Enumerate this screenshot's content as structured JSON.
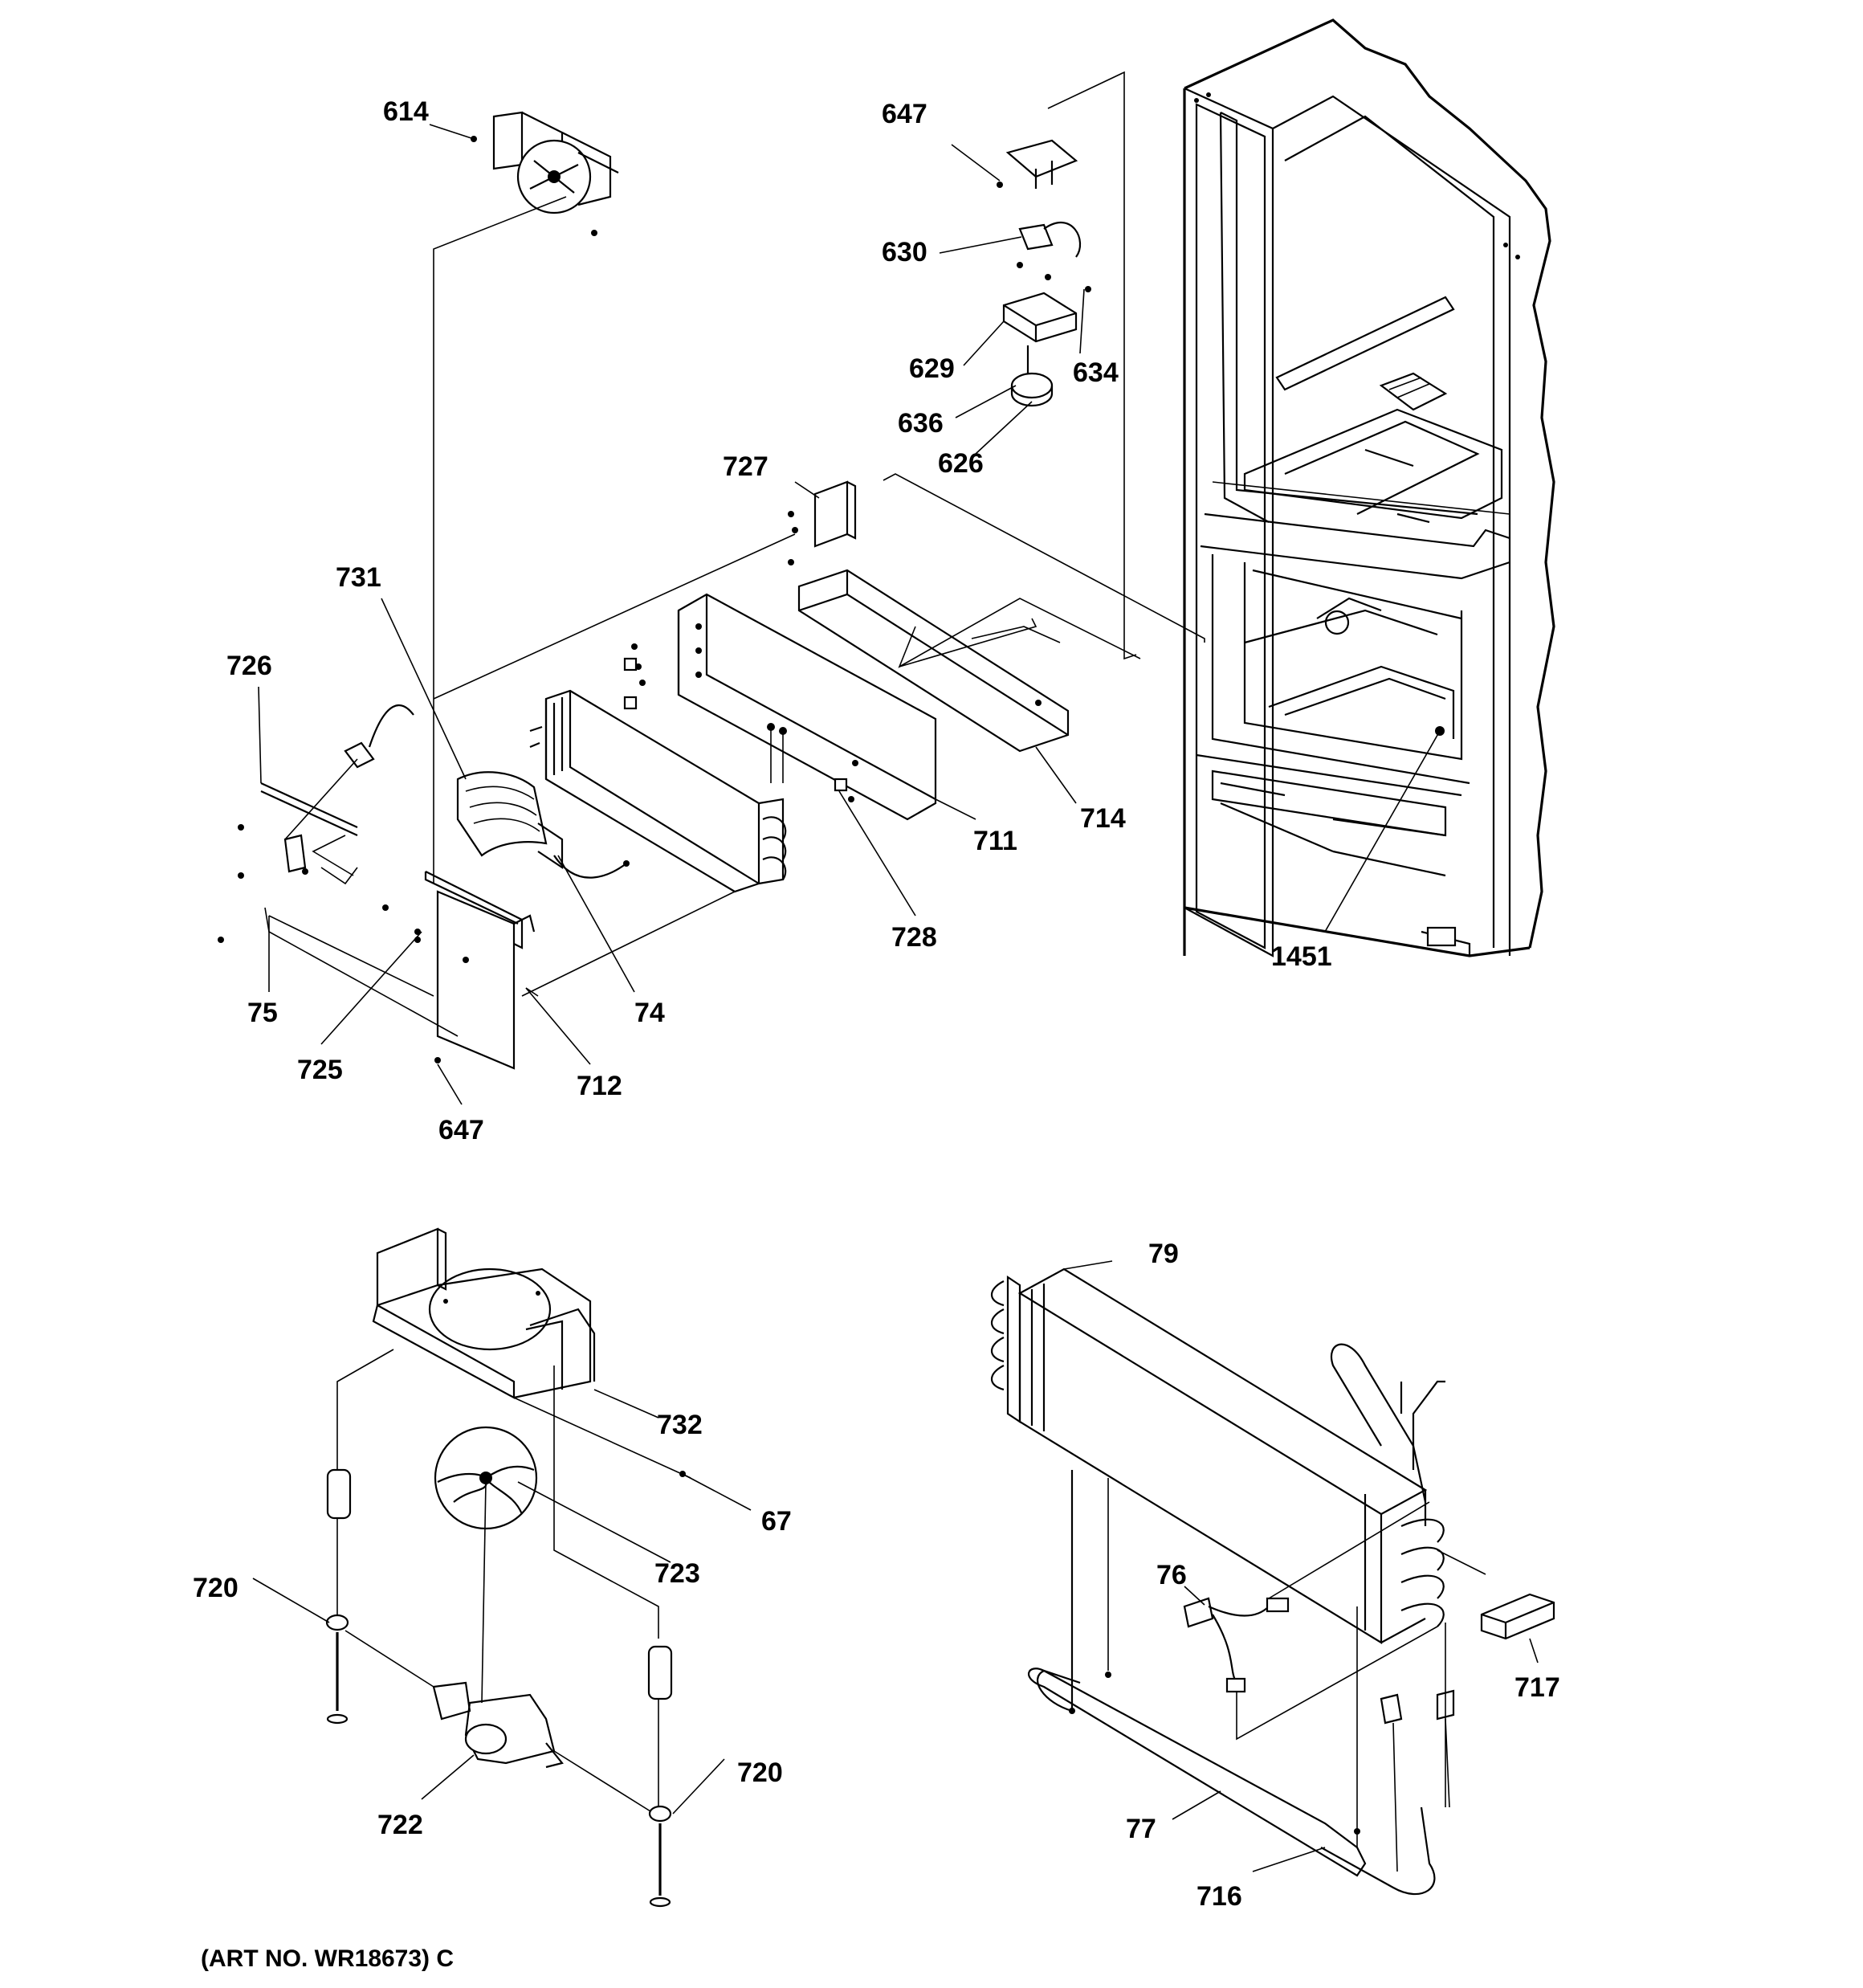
{
  "diagram": {
    "part_labels": {
      "p614": "614",
      "p647_top": "647",
      "p630": "630",
      "p629": "629",
      "p634": "634",
      "p636": "636",
      "p626": "626",
      "p727": "727",
      "p731": "731",
      "p726": "726",
      "p711": "711",
      "p714": "714",
      "p728": "728",
      "p1451": "1451",
      "p75": "75",
      "p74": "74",
      "p725": "725",
      "p712": "712",
      "p647_bottom": "647",
      "p79": "79",
      "p732": "732",
      "p67": "67",
      "p723": "723",
      "p720_left": "720",
      "p720_right": "720",
      "p722": "722",
      "p76": "76",
      "p717": "717",
      "p77": "77",
      "p716": "716"
    },
    "art_number": "(ART NO. WR18673) C"
  }
}
